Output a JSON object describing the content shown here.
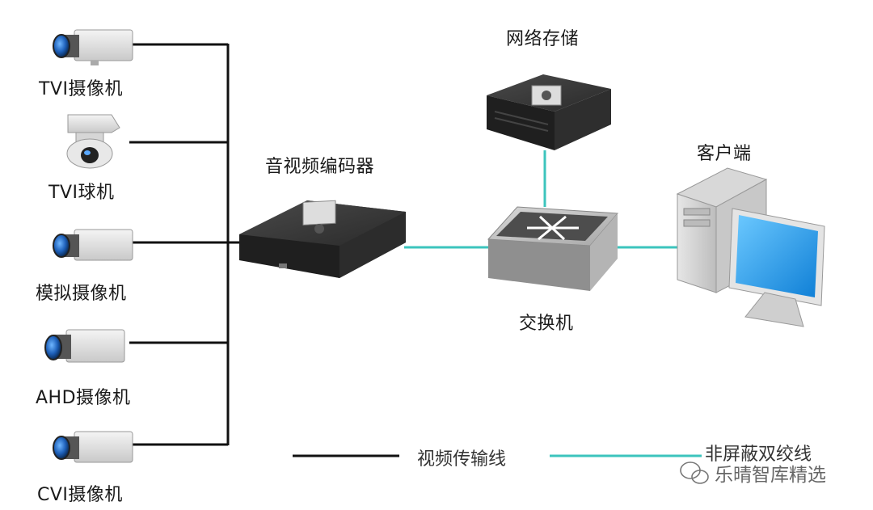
{
  "cameras": [
    {
      "label": "TVI摄像机",
      "icon": "box-camera-icon"
    },
    {
      "label": "TVI球机",
      "icon": "dome-camera-icon"
    },
    {
      "label": "模拟摄像机",
      "icon": "box-camera-icon"
    },
    {
      "label": "AHD摄像机",
      "icon": "box-camera-icon"
    },
    {
      "label": "CVI摄像机",
      "icon": "box-camera-icon"
    }
  ],
  "encoder": {
    "label": "音视频编码器",
    "icon": "encoder-icon"
  },
  "storage": {
    "label": "网络存储",
    "icon": "nvr-icon"
  },
  "switch": {
    "label": "交换机",
    "icon": "switch-icon"
  },
  "client": {
    "label": "客户端",
    "icon": "desktop-pc-icon"
  },
  "legend": {
    "video_line": "视频传输线",
    "twisted_pair": "非屏蔽双绞线"
  },
  "colors": {
    "video_line": "#111111",
    "twisted_pair": "#3cc4bd"
  },
  "watermark": "乐晴智库精选"
}
